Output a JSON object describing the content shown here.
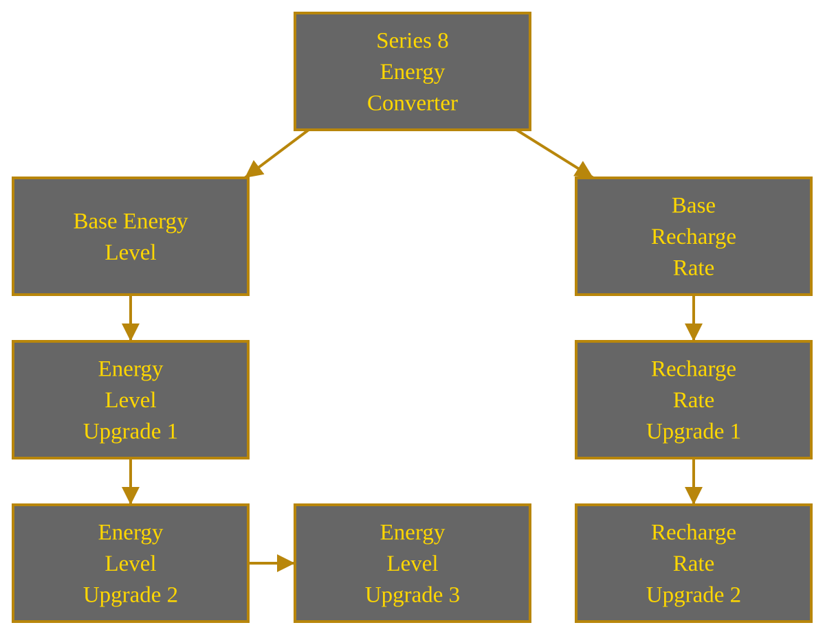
{
  "colors": {
    "node_fill": "#666666",
    "node_border": "#b8860b",
    "node_text": "#ffd700",
    "edge": "#b8860b",
    "background": "#ffffff"
  },
  "nodes": [
    {
      "id": "series8",
      "lines": [
        "Series 8",
        "Energy",
        "Converter"
      ]
    },
    {
      "id": "base-energy",
      "lines": [
        "Base Energy",
        "Level"
      ]
    },
    {
      "id": "base-recharge",
      "lines": [
        "Base",
        "Recharge",
        "Rate"
      ]
    },
    {
      "id": "energy-up1",
      "lines": [
        "Energy",
        "Level",
        "Upgrade 1"
      ]
    },
    {
      "id": "recharge-up1",
      "lines": [
        "Recharge",
        "Rate",
        "Upgrade 1"
      ]
    },
    {
      "id": "energy-up2",
      "lines": [
        "Energy",
        "Level",
        "Upgrade 2"
      ]
    },
    {
      "id": "energy-up3",
      "lines": [
        "Energy",
        "Level",
        "Upgrade 3"
      ]
    },
    {
      "id": "recharge-up2",
      "lines": [
        "Recharge",
        "Rate",
        "Upgrade 2"
      ]
    }
  ],
  "edges": [
    {
      "from": "series8",
      "to": "base-energy"
    },
    {
      "from": "series8",
      "to": "base-recharge"
    },
    {
      "from": "base-energy",
      "to": "energy-up1"
    },
    {
      "from": "energy-up1",
      "to": "energy-up2"
    },
    {
      "from": "energy-up2",
      "to": "energy-up3"
    },
    {
      "from": "base-recharge",
      "to": "recharge-up1"
    },
    {
      "from": "recharge-up1",
      "to": "recharge-up2"
    }
  ]
}
